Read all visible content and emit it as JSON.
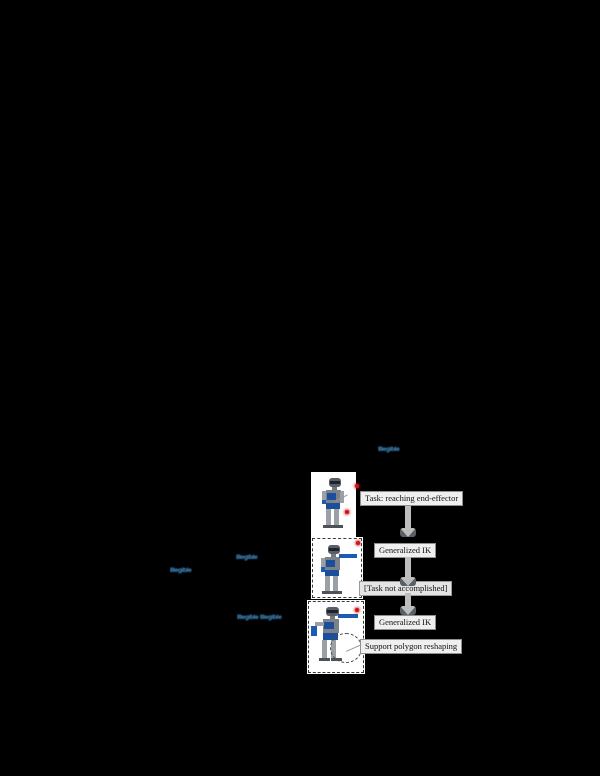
{
  "figure": {
    "background_color": "#000000",
    "accent_blue": "#4ba3e3",
    "marker_red": "#d81111",
    "arrow_gray": "#bdbdbd",
    "box_fill": "#efefef"
  },
  "captions": {
    "top_label": "Illegible",
    "middle_label": "Illegible",
    "left_label": "Illegible",
    "lower_label": "Illegible Illegible"
  },
  "flowchart": {
    "steps": [
      {
        "id": "task",
        "label": "Task: reaching end-effector"
      },
      {
        "id": "gik-1",
        "label": "Generalized IK"
      },
      {
        "id": "not-accomp",
        "label": "[Task not accomplished]"
      },
      {
        "id": "gik-2",
        "label": "Generalized IK"
      },
      {
        "id": "support",
        "label": "Support polygon  reshaping"
      }
    ],
    "arrows": [
      {
        "id": "arrow-1",
        "direction": "down"
      },
      {
        "id": "arrow-2",
        "direction": "down"
      },
      {
        "id": "arrow-3",
        "direction": "down"
      }
    ]
  },
  "robots": [
    {
      "id": "robot-1",
      "pose": "standing",
      "has_dashed_box": false,
      "has_support_polygon": false
    },
    {
      "id": "robot-2",
      "pose": "reaching-arm-extended",
      "has_dashed_box": true,
      "has_support_polygon": false
    },
    {
      "id": "robot-3",
      "pose": "reaching-with-stance-shift",
      "has_dashed_box": true,
      "has_support_polygon": true
    }
  ],
  "markers": [
    {
      "id": "dot-task-1",
      "type": "target-point"
    },
    {
      "id": "dot-task-2",
      "type": "target-point"
    },
    {
      "id": "dot-hand-1",
      "type": "end-effector-point"
    },
    {
      "id": "dot-hand-3",
      "type": "end-effector-point"
    }
  ]
}
